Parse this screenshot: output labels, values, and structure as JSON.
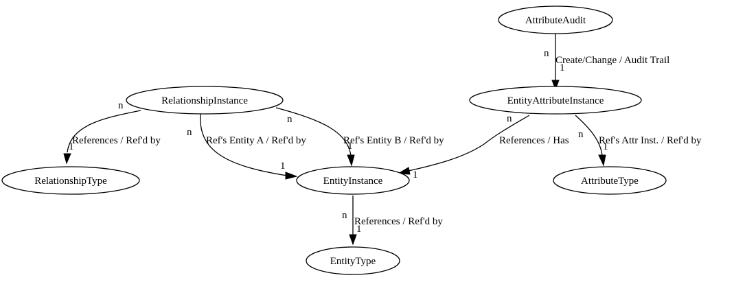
{
  "nodes": {
    "attribute_audit": "AttributeAudit",
    "relationship_instance": "RelationshipInstance",
    "entity_attribute_instance": "EntityAttributeInstance",
    "relationship_type": "RelationshipType",
    "entity_instance": "EntityInstance",
    "attribute_type": "AttributeType",
    "entity_type": "EntityType"
  },
  "edges": {
    "audit_to_attr_instance": {
      "label": "Create/Change / Audit Trail",
      "tail": "n",
      "head": "1"
    },
    "rel_to_rel_type": {
      "label": "References / Ref'd by",
      "tail": "n",
      "head": "1"
    },
    "rel_to_entity_a": {
      "label": "Ref's Entity A / Ref'd by",
      "tail": "n",
      "head": "1"
    },
    "rel_to_entity_b": {
      "label": "Ref's Entity B / Ref'd by",
      "tail": "n",
      "head": "1"
    },
    "attr_instance_to_entity": {
      "label": "References / Has",
      "tail": "n",
      "head": "1"
    },
    "attr_instance_to_attr_type": {
      "label": "Ref's Attr Inst. / Ref'd by",
      "tail": "n",
      "head": "1"
    },
    "entity_to_entity_type": {
      "label": "References / Ref'd by",
      "tail": "n",
      "head": "1"
    }
  }
}
